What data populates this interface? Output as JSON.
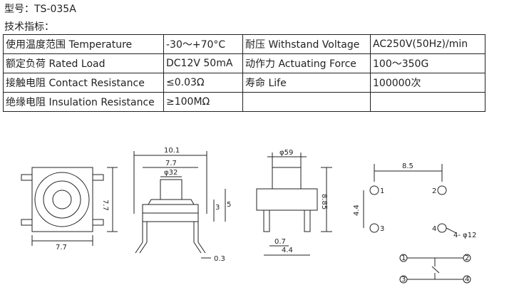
{
  "header": {
    "model_line": "型号：TS-035A",
    "spec_heading": "技术指标："
  },
  "spec_table": {
    "rows": [
      [
        "使用温度范围 Temperature",
        "-30～+70°C",
        "耐压 Withstand Voltage",
        "AC250V(50Hz)/min"
      ],
      [
        "额定负荷 Rated Load",
        "DC12V 50mA",
        "动作力 Actuating Force",
        "100～350G"
      ],
      [
        "接触电阻 Contact Resistance",
        "≤0.03Ω",
        "寿命 Life",
        "100000次"
      ],
      [
        "绝缘电阻 Insulation Resistance",
        "≥100MΩ",
        "",
        ""
      ]
    ]
  },
  "drawing": {
    "top_view_width": "7.7",
    "top_view_height": "7.7",
    "side_overall": "10.1",
    "side_body": "7.7",
    "side_actuator": "φ32",
    "side_h3": "3",
    "side_h5": "5",
    "side_pin": "0.3",
    "front_actuator": "φ59",
    "front_height": "8.85",
    "front_pin": "0.7",
    "front_pitch": "4.4",
    "pcb_pitch_x": "8.5",
    "pcb_pitch_y": "4.4",
    "pcb_hole": "4- φ12",
    "pins": [
      "1",
      "2",
      "3",
      "4"
    ]
  }
}
